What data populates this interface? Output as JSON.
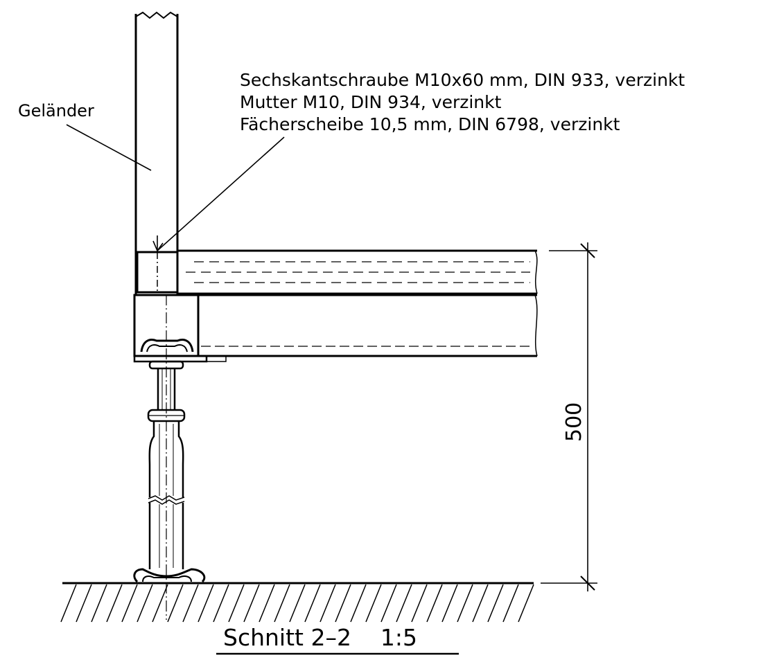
{
  "labels": {
    "railing": "Geländer",
    "hardware": [
      "Sechskantschraube M10x60 mm, DIN 933, verzinkt",
      "Mutter M10, DIN 934, verzinkt",
      "Fächerscheibe 10,5 mm, DIN 6798, verzinkt"
    ],
    "dimension": "500",
    "section_title": "Schnitt 2–2    1:5"
  }
}
